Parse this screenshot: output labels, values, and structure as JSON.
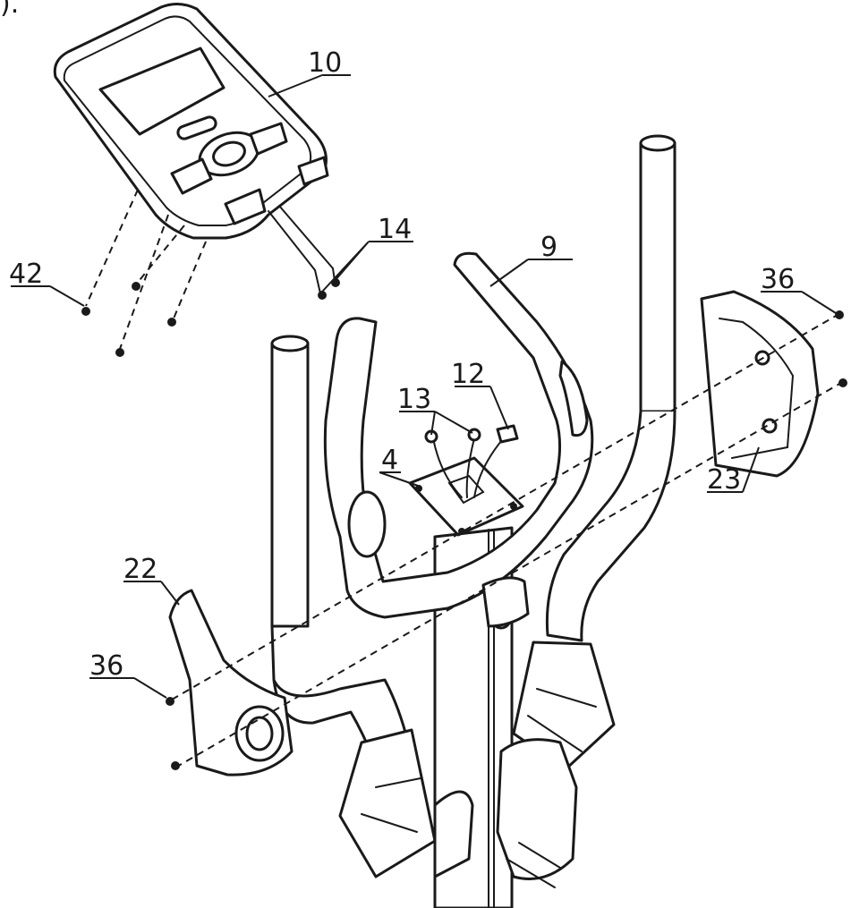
{
  "corner_text": ").",
  "callouts": [
    {
      "id": "c10",
      "text": "10"
    },
    {
      "id": "c14",
      "text": "14"
    },
    {
      "id": "c9",
      "text": "9"
    },
    {
      "id": "c42",
      "text": "42"
    },
    {
      "id": "c36a",
      "text": "36"
    },
    {
      "id": "c13",
      "text": "13"
    },
    {
      "id": "c12",
      "text": "12"
    },
    {
      "id": "c4",
      "text": "4"
    },
    {
      "id": "c23",
      "text": "23"
    },
    {
      "id": "c22",
      "text": "22"
    },
    {
      "id": "c36b",
      "text": "36"
    }
  ],
  "colors": {
    "line": "#1a1a1a",
    "background": "#ffffff"
  }
}
